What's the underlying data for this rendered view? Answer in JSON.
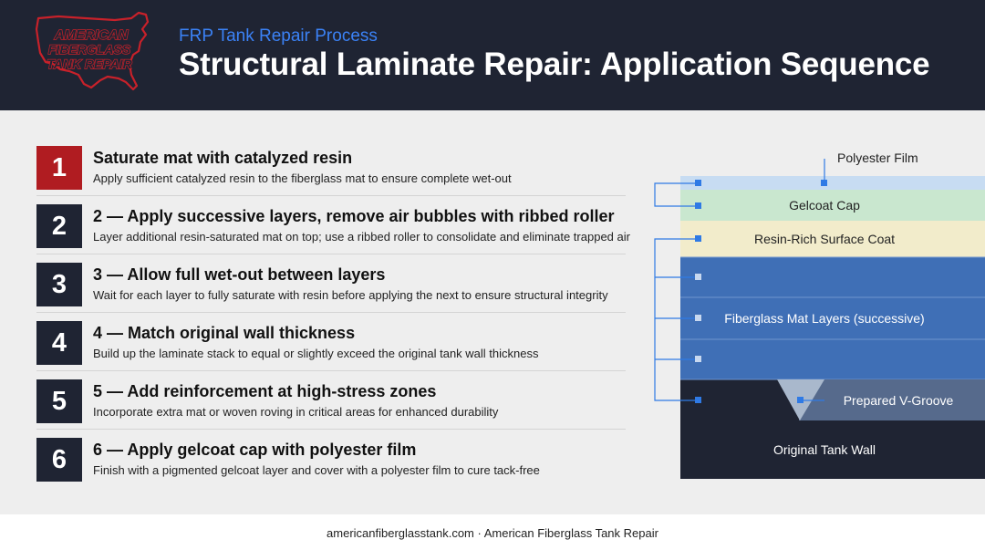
{
  "header": {
    "logo_text": [
      "AMERICAN",
      "FIBERGLASS",
      "TANK REPAIR"
    ],
    "eyebrow": "FRP Tank Repair Process",
    "title": "Structural Laminate Repair: Application Sequence"
  },
  "steps": [
    {
      "number": "1",
      "title": "Saturate mat with catalyzed resin",
      "description": "Apply sufficient catalyzed resin to the fiberglass mat to ensure complete wet-out"
    },
    {
      "number": "2",
      "title": "2 — Apply successive layers, remove air bubbles with ribbed roller",
      "description": "Layer additional resin-saturated mat on top; use a ribbed roller to consolidate and eliminate trapped air"
    },
    {
      "number": "3",
      "title": "3 — Allow full wet-out between layers",
      "description": "Wait for each layer to fully saturate with resin before applying the next to ensure structural integrity"
    },
    {
      "number": "4",
      "title": "4 — Match original wall thickness",
      "description": "Build up the laminate stack to equal or slightly exceed the original tank wall thickness"
    },
    {
      "number": "5",
      "title": "5 — Add reinforcement at high-stress zones",
      "description": "Incorporate extra mat or woven roving in critical areas for enhanced durability"
    },
    {
      "number": "6",
      "title": "6 — Apply gelcoat cap with polyester film",
      "description": "Finish with a pigmented gelcoat layer and cover with a polyester film to cure tack-free"
    }
  ],
  "diagram": {
    "layers": {
      "polyester_film": "Polyester Film",
      "gelcoat_cap": "Gelcoat Cap",
      "resin_coat": "Resin-Rich Surface Coat",
      "fiberglass_mat": "Fiberglass Mat Layers (successive)",
      "v_groove": "Prepared V-Groove",
      "tank_wall": "Original Tank Wall"
    },
    "colors": {
      "film": "#c7dcf2",
      "gelcoat": "#c9e7cf",
      "resin": "#f2eccb",
      "mat": "#3f6fb6",
      "groove": "#566a8c",
      "wall": "#1f2433",
      "marker": "#2f7ae5"
    }
  },
  "footer": {
    "text": "americanfiberglasstank.com · American Fiberglass Tank Repair"
  },
  "theme": {
    "header_bg": "#1f2433",
    "accent_blue": "#3b82f6",
    "active_red": "#b01c21"
  }
}
